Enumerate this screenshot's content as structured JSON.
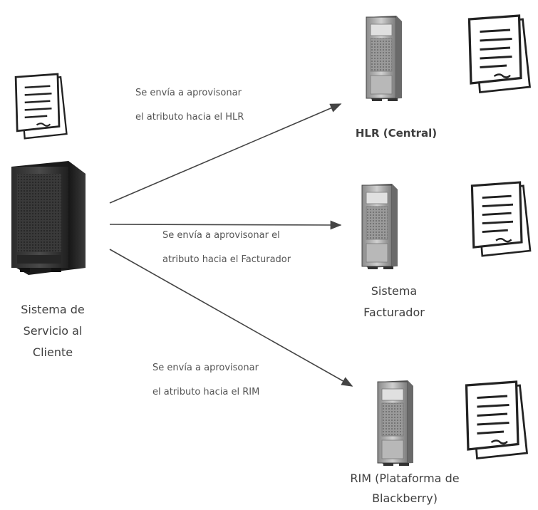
{
  "nodes": {
    "client": {
      "label_line1": "Sistema de",
      "label_line2": "Servicio al",
      "label_line3": "Cliente"
    },
    "hlr": {
      "label": "HLR (Central)"
    },
    "billing": {
      "label_line1": "Sistema",
      "label_line2": "Facturador"
    },
    "rim": {
      "label_line1": "RIM (Plataforma de",
      "label_line2": "Blackberry)"
    }
  },
  "edges": {
    "to_hlr": {
      "line1": "Se envía a aprovisonar",
      "line2": "el atributo hacia el HLR"
    },
    "to_billing": {
      "line1": "Se envía a aprovisonar el",
      "line2": "atributo hacia el Facturador"
    },
    "to_rim": {
      "line1": "Se envía a aprovisonar",
      "line2": "el atributo hacia el RIM"
    }
  },
  "icons": [
    "server-icon",
    "document-icon"
  ]
}
